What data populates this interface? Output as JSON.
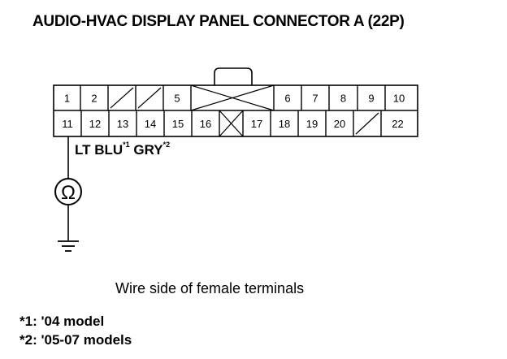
{
  "title": "AUDIO-HVAC DISPLAY PANEL CONNECTOR A (22P)",
  "connector": {
    "top_row": [
      {
        "label": "1"
      },
      {
        "label": "2"
      },
      {
        "label": "",
        "empty": true
      },
      {
        "label": "",
        "empty": true
      },
      {
        "label": "5"
      },
      {
        "label": "",
        "empty": true,
        "wide": true
      },
      {
        "label": "6"
      },
      {
        "label": "7"
      },
      {
        "label": "8"
      },
      {
        "label": "9"
      },
      {
        "label": "10"
      }
    ],
    "bottom_row": [
      {
        "label": "11"
      },
      {
        "label": "12"
      },
      {
        "label": "13"
      },
      {
        "label": "14"
      },
      {
        "label": "15"
      },
      {
        "label": "16"
      },
      {
        "label": "",
        "empty": true
      },
      {
        "label": "17"
      },
      {
        "label": "18"
      },
      {
        "label": "19"
      },
      {
        "label": "20"
      },
      {
        "label": "",
        "empty": true
      },
      {
        "label": "22"
      }
    ]
  },
  "wire": {
    "color_1": "LT BLU",
    "mark_1": "*1",
    "color_2": "GRY",
    "mark_2": "*2"
  },
  "meter_symbol": "Ω",
  "caption": "Wire side of female terminals",
  "footnotes": {
    "fn1": "*1: '04 model",
    "fn2": "*2: '05-07 models"
  }
}
